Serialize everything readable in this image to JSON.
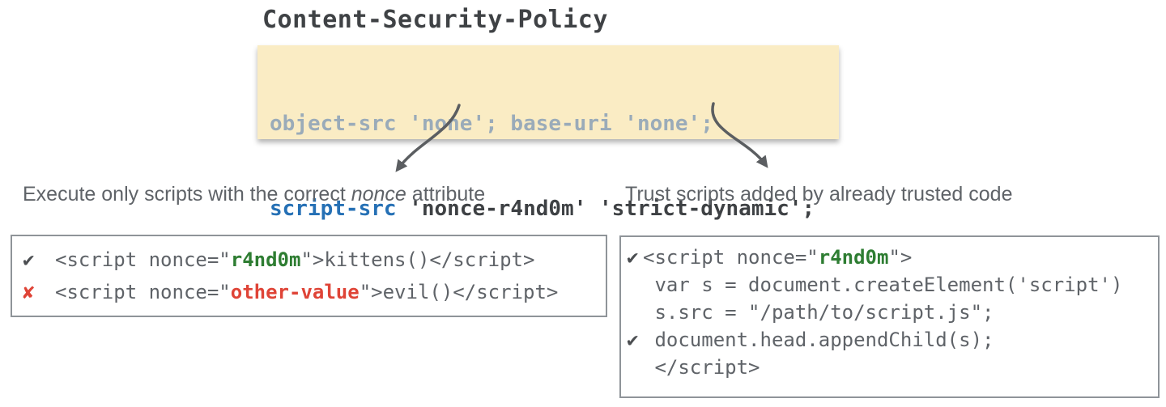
{
  "title": "Content-Security-Policy",
  "policy": {
    "line1": "object-src 'none'; base-uri 'none';",
    "line2_directive": "script-src",
    "line2_rest": " 'nonce-r4nd0m' 'strict-dynamic';"
  },
  "labels": {
    "left_prefix": "Execute only scripts with the correct ",
    "left_em": "nonce",
    "left_suffix": " attribute",
    "right": "Trust scripts added by already trusted code"
  },
  "nonce_box": {
    "allowed": {
      "mark": "✔",
      "pre": "<script nonce=\"",
      "value": "r4nd0m",
      "post": "\">kittens()</script>"
    },
    "blocked": {
      "mark": "✘",
      "pre": "<script nonce=\"",
      "value": "other-value",
      "post": "\">evil()</script>"
    }
  },
  "dynamic_box": {
    "line1": {
      "mark": "✔",
      "pre": "<script nonce=\"",
      "value": "r4nd0m",
      "post": "\">"
    },
    "line2": {
      "mark": "",
      "text": " var s = document.createElement('script')"
    },
    "line3": {
      "mark": "",
      "text": " s.src = \"/path/to/script.js\";"
    },
    "line4": {
      "mark": "✔",
      "text": " document.head.appendChild(s);"
    },
    "line5": {
      "mark": "",
      "text": " </script>"
    }
  },
  "colors": {
    "highlight_background": "#faecc4",
    "directive_blue": "#2570b5",
    "muted_directive_gray": "#9aabb9",
    "code_dark": "#3e4144",
    "code_gray": "#5f6368",
    "nonce_green": "#2e7d32",
    "error_red": "#df4437",
    "arrow_gray": "#5b5e61"
  }
}
